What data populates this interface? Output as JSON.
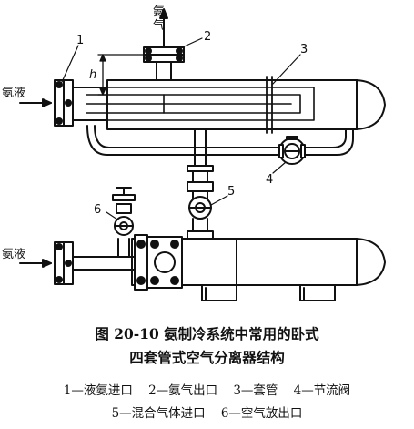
{
  "figure": {
    "labels": {
      "ammonia_gas": "氨\n气",
      "liquid_ammonia_upper": "氨液",
      "liquid_ammonia_lower": "氨液",
      "height_mark": "h",
      "callout_1": "1",
      "callout_2": "2",
      "callout_3": "3",
      "callout_4": "4",
      "callout_5": "5",
      "callout_6": "6"
    },
    "caption": {
      "line1": "图 20-10   氨制冷系统中常用的卧式",
      "line2": "四套管式空气分离器结构"
    },
    "legend": [
      {
        "num": "1",
        "text": "液氨进口"
      },
      {
        "num": "2",
        "text": "氨气出口"
      },
      {
        "num": "3",
        "text": "套管"
      },
      {
        "num": "4",
        "text": "节流阀"
      },
      {
        "num": "5",
        "text": "混合气体进口"
      },
      {
        "num": "6",
        "text": "空气放出口"
      }
    ],
    "colors": {
      "ink": "#111111",
      "paper": "#ffffff"
    }
  }
}
